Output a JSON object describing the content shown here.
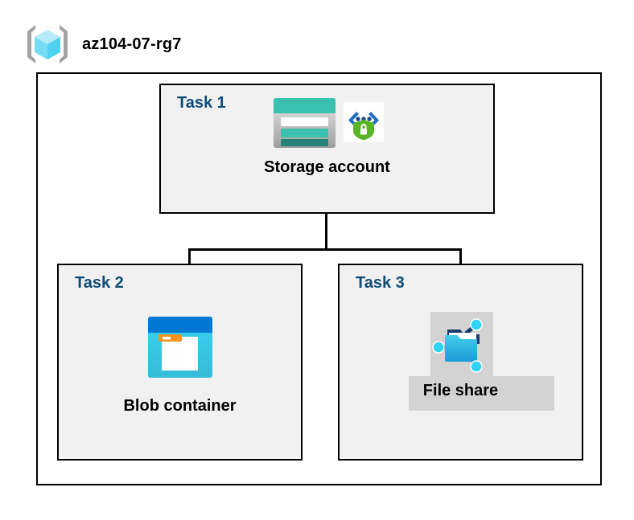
{
  "header": {
    "icon": "resource-group-icon",
    "title": "az104-07-rg7"
  },
  "diagram": {
    "type": "azure-architecture-diagram",
    "container_label": "az104-07-rg7",
    "groups": [
      {
        "id": "task1",
        "label": "Task 1",
        "label_color": "#0f4c75",
        "node": {
          "caption": "Storage account",
          "icons": [
            "storage-account-icon",
            "secure-endpoint-badge-icon"
          ],
          "selected": false
        }
      },
      {
        "id": "task2",
        "label": "Task 2",
        "label_color": "#0f4c75",
        "node": {
          "caption": "Blob container",
          "icons": [
            "blob-container-icon"
          ],
          "selected": false
        }
      },
      {
        "id": "task3",
        "label": "Task 3",
        "label_color": "#0f4c75",
        "node": {
          "caption": "File share",
          "icons": [
            "file-share-icon"
          ],
          "selected": true
        }
      }
    ],
    "connections": [
      {
        "from": "task1-storage-account",
        "to": "task2-blob-container"
      },
      {
        "from": "task1-storage-account",
        "to": "task3-file-share"
      }
    ],
    "colors": {
      "task_label": "#0f4c75",
      "box_fill": "#f1f1f1",
      "box_border": "#000000",
      "canvas": "#ffffff",
      "selection_highlight": "#d3d3d3",
      "storage_teal": "#3bc1b0",
      "storage_teal_dark": "#258277",
      "blob_blue": "#0078d4",
      "blob_cyan": "#32c8eb",
      "blob_tag_orange": "#f7941e",
      "fileshare_cyan": "#32c8eb",
      "fileshare_navy": "#183a6d",
      "shield_green": "#5ab526",
      "bracket_blue": "#1f6fc4",
      "rg_cube_cyan": "#9ae8f7",
      "rg_bracket_gray": "#a0a0a0"
    }
  }
}
